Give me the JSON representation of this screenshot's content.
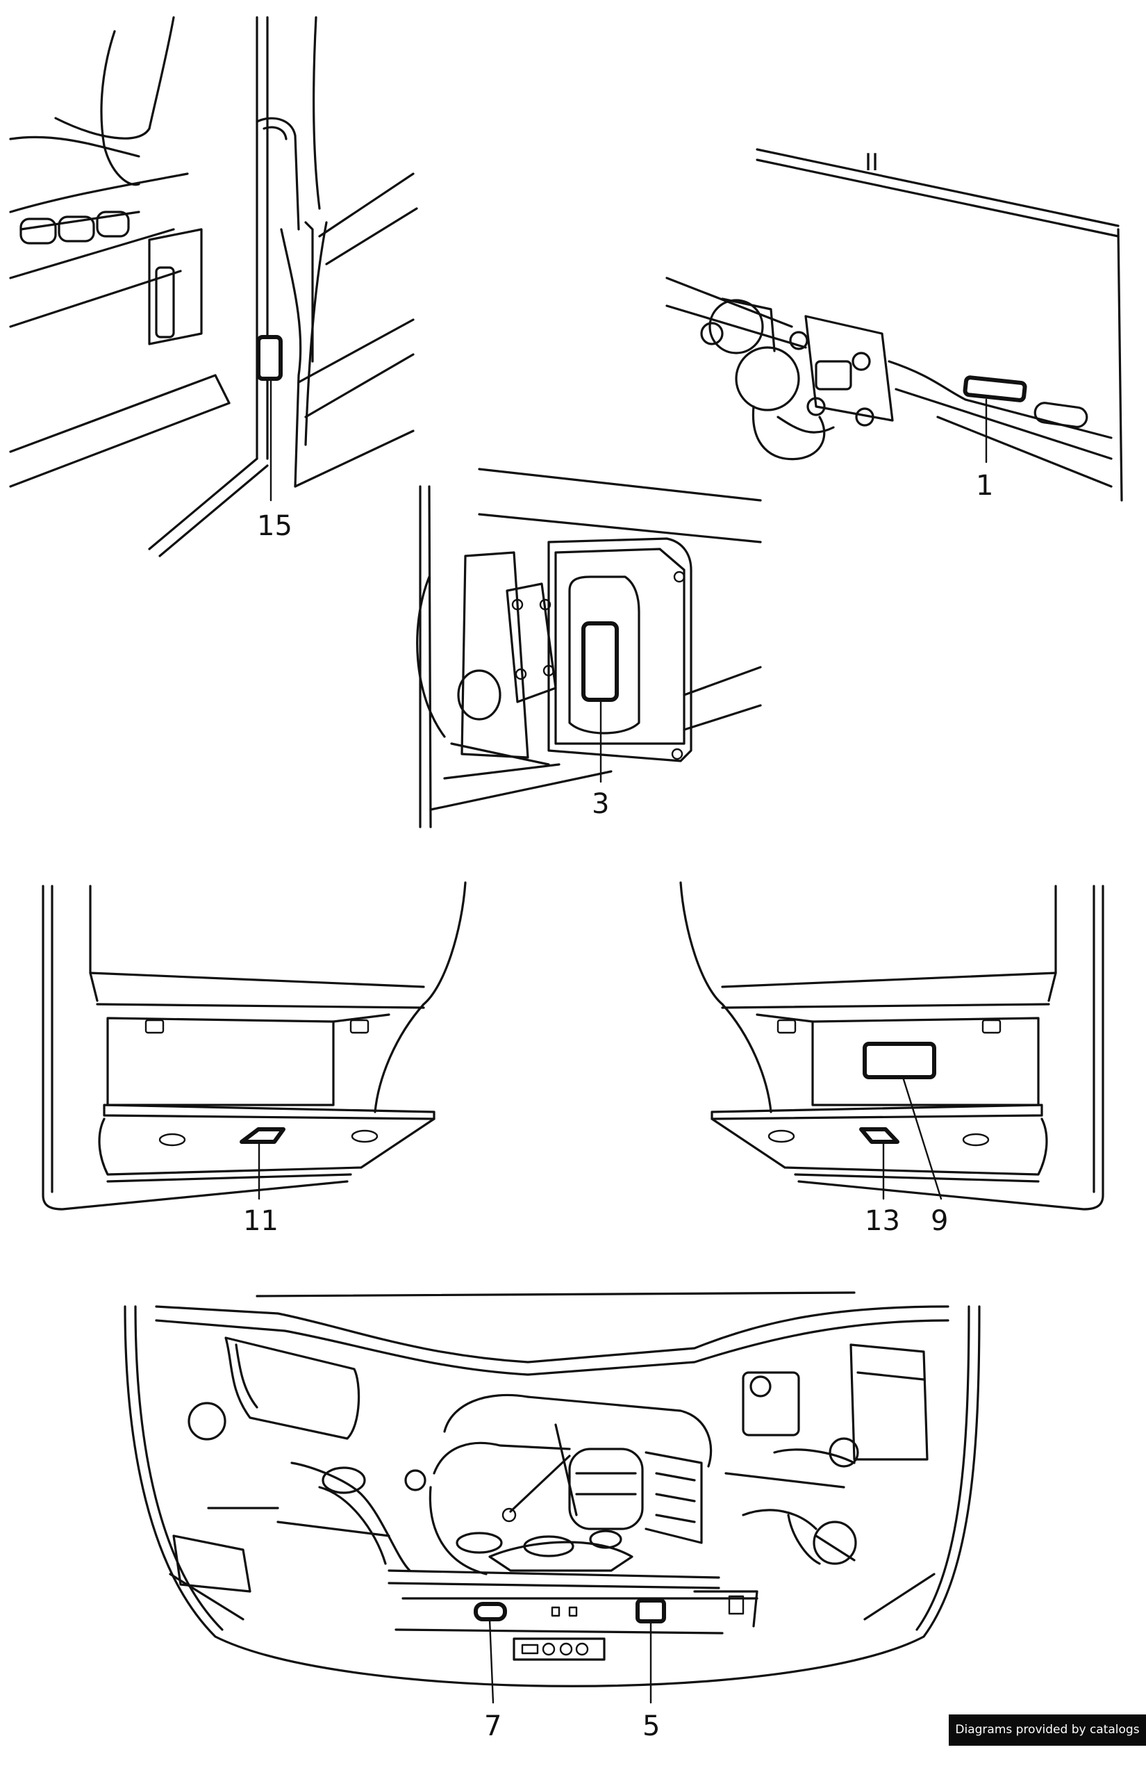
{
  "callouts": {
    "n15": "15",
    "n1": "1",
    "n3": "3",
    "n11": "11",
    "n13": "13",
    "n9": "9",
    "n7": "7",
    "n5": "5"
  },
  "roman_mark": "II",
  "credit": "Diagrams provided by catalogs parts",
  "colors": {
    "line": "#111111",
    "background": "#ffffff",
    "credit_bg": "#0b0b0b"
  }
}
